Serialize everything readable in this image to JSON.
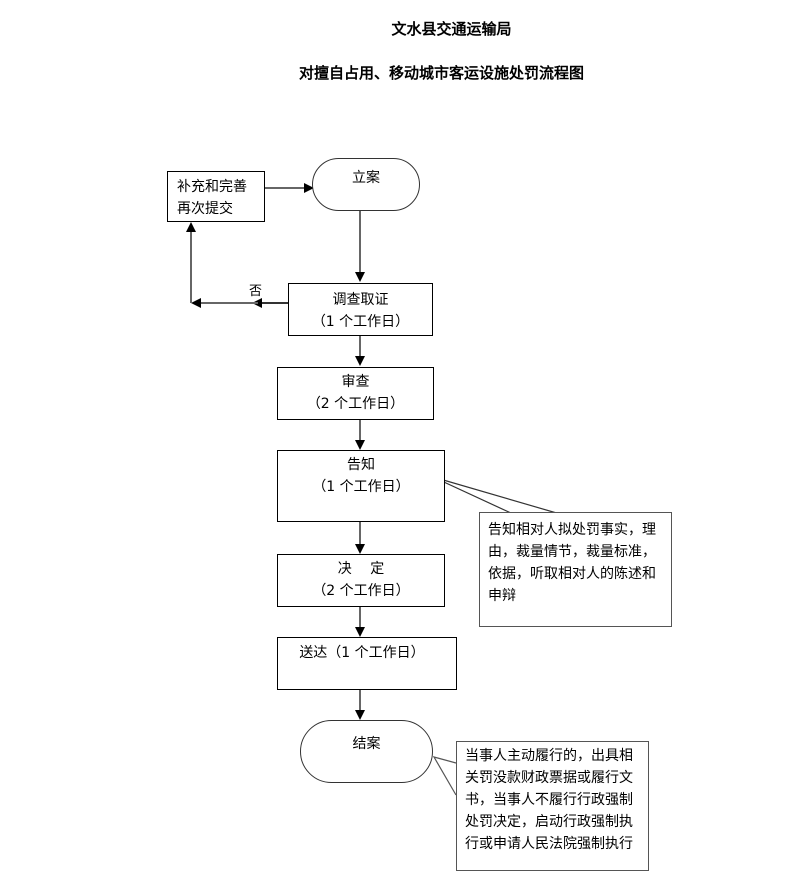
{
  "header": {
    "org": "文水县交通运输局",
    "title": "对擅自占用、移动城市客运设施处罚流程图"
  },
  "nodes": {
    "start": {
      "label": "立案"
    },
    "supplement": {
      "line1": "补充和完善",
      "line2": "再次提交"
    },
    "investigate": {
      "label": "调查取证",
      "duration": "（1 个工作日）"
    },
    "review": {
      "label": "审查",
      "duration": "（2 个工作日）"
    },
    "notify": {
      "label": "告知",
      "duration": "（1 个工作日）"
    },
    "decide": {
      "label": "决　 定",
      "duration": "（2 个工作日）"
    },
    "deliver": {
      "label": "送达（1 个工作日）"
    },
    "end": {
      "label": "结案"
    }
  },
  "edges": {
    "no_label": "否"
  },
  "notes": {
    "notify_note": "告知相对人拟处罚事实，理由，裁量情节，裁量标准，依据，听取相对人的陈述和申辩",
    "end_note": "当事人主动履行的，出具相关罚没款财政票据或履行文书，当事人不履行行政强制处罚决定，启动行政强制执行或申请人民法院强制执行"
  }
}
